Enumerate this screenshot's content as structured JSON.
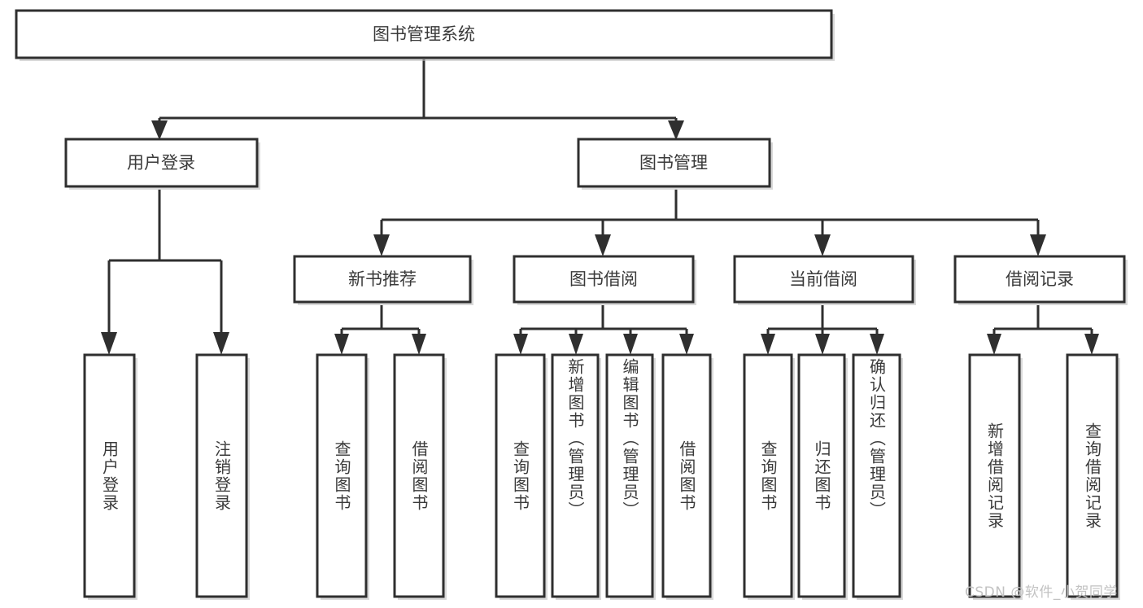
{
  "diagram": {
    "type": "tree",
    "title": "图书管理系统",
    "orientation": "top-down",
    "colors": {
      "box_stroke": "#2f2f2f",
      "box_fill": "#ffffff",
      "text": "#3a3a3a",
      "connector": "#2f2f2f",
      "watermark": "#c2c2c2",
      "background": "#ffffff"
    },
    "levels": {
      "root": "图书管理系统",
      "level1": [
        "用户登录",
        "图书管理"
      ],
      "level2": [
        "新书推荐",
        "图书借阅",
        "当前借阅",
        "借阅记录"
      ],
      "leaves": [
        "用户登录",
        "注销登录",
        "查询图书",
        "借阅图书",
        "查询图书",
        "新增图书（管理员）",
        "编辑图书（管理员）",
        "借阅图书",
        "查询图书",
        "归还图书",
        "确认归还（管理员）",
        "新增借阅记录",
        "查询借阅记录"
      ]
    },
    "nodes": {
      "root": {
        "label": "图书管理系统"
      },
      "user_login": {
        "label": "用户登录"
      },
      "book_manage": {
        "label": "图书管理"
      },
      "new_book_rec": {
        "label": "新书推荐"
      },
      "book_borrow": {
        "label": "图书借阅"
      },
      "current_borrow": {
        "label": "当前借阅"
      },
      "borrow_record": {
        "label": "借阅记录"
      },
      "leaf_user_login": {
        "label": "用户登录"
      },
      "leaf_logout": {
        "label": "注销登录"
      },
      "leaf_query_book_1": {
        "label": "查询图书"
      },
      "leaf_borrow_book_1": {
        "label": "借阅图书"
      },
      "leaf_query_book_2": {
        "label": "查询图书"
      },
      "leaf_add_book": {
        "label": "新增图书（管理员）"
      },
      "leaf_edit_book": {
        "label": "编辑图书（管理员）"
      },
      "leaf_borrow_book_2": {
        "label": "借阅图书"
      },
      "leaf_query_book_3": {
        "label": "查询图书"
      },
      "leaf_return_book": {
        "label": "归还图书"
      },
      "leaf_confirm_return": {
        "label": "确认归还（管理员）"
      },
      "leaf_add_record": {
        "label": "新增借阅记录"
      },
      "leaf_query_record": {
        "label": "查询借阅记录"
      }
    },
    "edges": [
      {
        "from": "root",
        "to": "user_login"
      },
      {
        "from": "root",
        "to": "book_manage"
      },
      {
        "from": "user_login",
        "to": "leaf_user_login"
      },
      {
        "from": "user_login",
        "to": "leaf_logout"
      },
      {
        "from": "book_manage",
        "to": "new_book_rec"
      },
      {
        "from": "book_manage",
        "to": "book_borrow"
      },
      {
        "from": "book_manage",
        "to": "current_borrow"
      },
      {
        "from": "book_manage",
        "to": "borrow_record"
      },
      {
        "from": "new_book_rec",
        "to": "leaf_query_book_1"
      },
      {
        "from": "new_book_rec",
        "to": "leaf_borrow_book_1"
      },
      {
        "from": "book_borrow",
        "to": "leaf_query_book_2"
      },
      {
        "from": "book_borrow",
        "to": "leaf_add_book"
      },
      {
        "from": "book_borrow",
        "to": "leaf_edit_book"
      },
      {
        "from": "book_borrow",
        "to": "leaf_borrow_book_2"
      },
      {
        "from": "current_borrow",
        "to": "leaf_query_book_3"
      },
      {
        "from": "current_borrow",
        "to": "leaf_return_book"
      },
      {
        "from": "current_borrow",
        "to": "leaf_confirm_return"
      },
      {
        "from": "borrow_record",
        "to": "leaf_add_record"
      },
      {
        "from": "borrow_record",
        "to": "leaf_query_record"
      }
    ]
  },
  "watermark": {
    "text": "CSDN @软件_小贺同学"
  }
}
